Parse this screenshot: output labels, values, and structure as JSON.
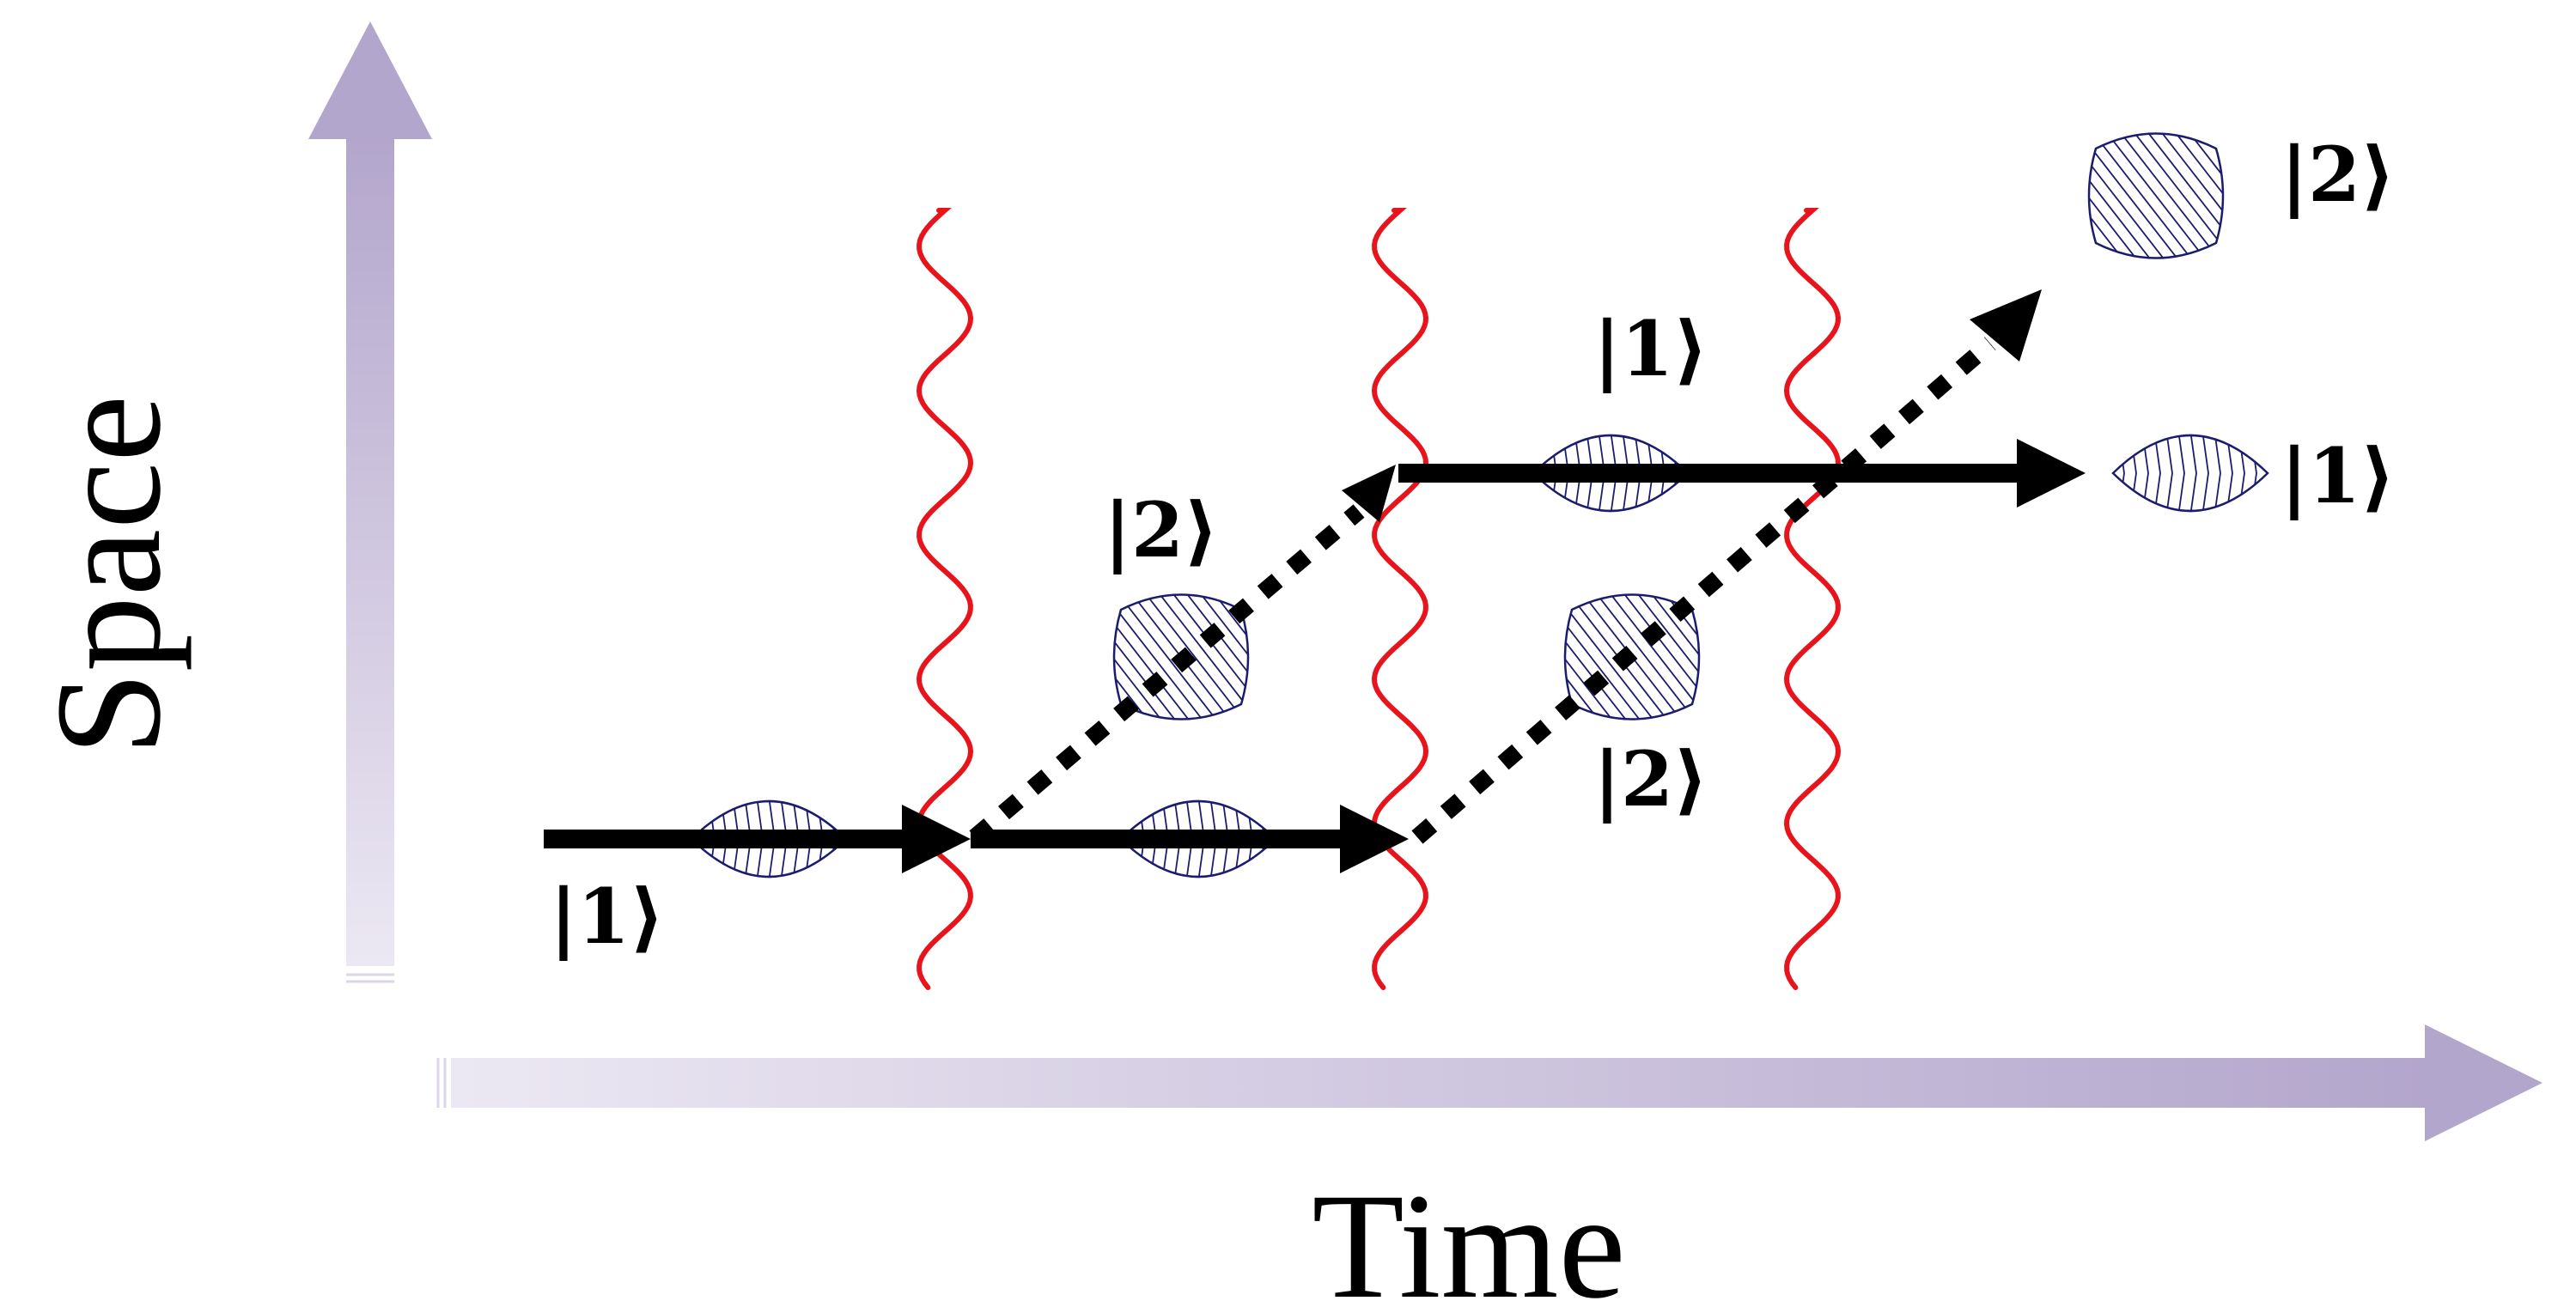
{
  "axes": {
    "space_label": "Space",
    "time_label": "Time"
  },
  "kets": {
    "ket_1_start": "|1⟩",
    "ket_2_mid": "|2⟩",
    "ket_1_top": "|1⟩",
    "ket_2_low": "|2⟩",
    "ket_2_out": "|2⟩",
    "ket_1_out": "|1⟩"
  },
  "colors": {
    "axis": "#b3a6cc",
    "axis_light": "#e6e0ef",
    "laser": "#e8141c",
    "path": "#000000",
    "packet": "#1c1c6e"
  },
  "icons": {
    "laser_pulse": "red-wavy-line",
    "state_one_packet": "vertical-hatched-wavepacket",
    "state_two_packet": "diagonal-hatched-wavepacket"
  }
}
